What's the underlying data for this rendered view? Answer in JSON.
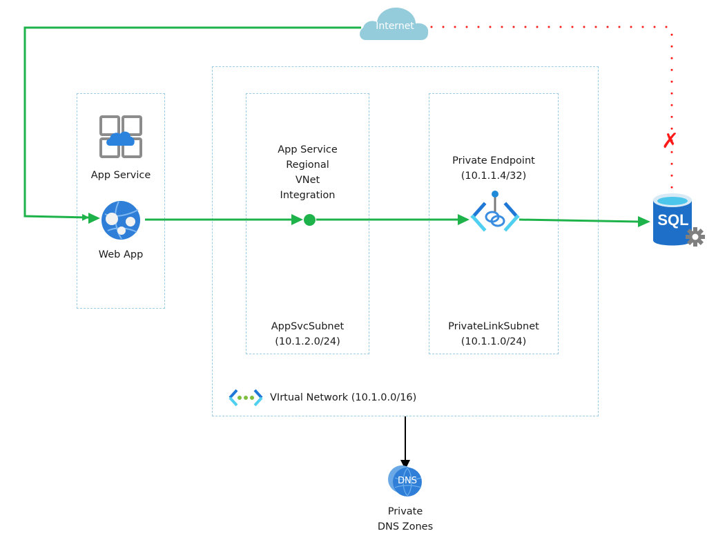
{
  "diagram": {
    "title": "App Service Regional VNet Integration with Private Endpoint to SQL",
    "colors": {
      "allowed_flow": "#1db34a",
      "blocked_flow": "#ff1a1a",
      "group_border": "#9ccbe6",
      "dns_link": "#000000",
      "azure_blue": "#1f77d6"
    },
    "internet": {
      "label": "Internet",
      "icon": "cloud-icon"
    },
    "app_service_group": {
      "label": "App Service",
      "icon": "app-service-icon",
      "web_app": {
        "label": "Web App",
        "icon": "web-app-icon"
      }
    },
    "virtual_network": {
      "label": "VIrtual Network (10.1.0.0/16)",
      "icon": "virtual-network-icon",
      "subnets": [
        {
          "name_label": "AppSvcSubnet",
          "cidr_label": "(10.1.2.0/24)",
          "node": {
            "lines": [
              "App Service",
              "Regional",
              "VNet",
              "Integration"
            ],
            "icon": "vnet-integration-dot-icon"
          }
        },
        {
          "name_label": "PrivateLinkSubnet",
          "cidr_label": "(10.1.1.0/24)",
          "node": {
            "lines": [
              "Private Endpoint",
              "(10.1.1.4/32)"
            ],
            "icon": "private-endpoint-icon"
          }
        }
      ]
    },
    "sql": {
      "label": "SQL",
      "icon": "sql-database-icon",
      "badge_icon": "gear-icon"
    },
    "dns": {
      "badge": "DNS",
      "lines": [
        "Private",
        "DNS Zones"
      ],
      "icon": "private-dns-zone-icon"
    },
    "blocked_marker": {
      "glyph": "✗",
      "icon": "blocked-x-icon"
    },
    "edges": [
      {
        "from": "Internet",
        "to": "Web App",
        "style": "solid",
        "color": "allowed_flow"
      },
      {
        "from": "Web App",
        "to": "App Service Regional VNet Integration",
        "style": "solid",
        "color": "allowed_flow"
      },
      {
        "from": "App Service Regional VNet Integration",
        "to": "Private Endpoint",
        "style": "solid",
        "color": "allowed_flow"
      },
      {
        "from": "Private Endpoint",
        "to": "SQL",
        "style": "solid",
        "color": "allowed_flow"
      },
      {
        "from": "Internet",
        "to": "SQL",
        "style": "dotted",
        "color": "blocked_flow",
        "blocked": true
      },
      {
        "from": "Virtual Network",
        "to": "Private DNS Zones",
        "style": "solid",
        "color": "dns_link"
      }
    ]
  }
}
